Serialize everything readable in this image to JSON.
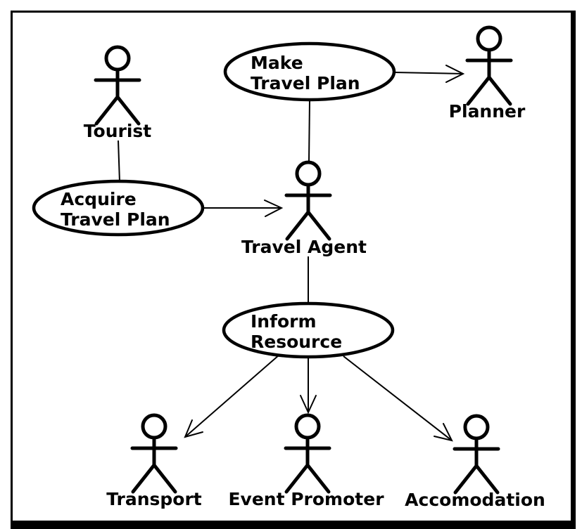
{
  "diagram": {
    "type": "uml-use-case-diagram",
    "colors": {
      "stroke": "#000000",
      "background": "#ffffff"
    },
    "actors": [
      {
        "id": "tourist",
        "label": "Tourist"
      },
      {
        "id": "planner",
        "label": "Planner"
      },
      {
        "id": "travel-agent",
        "label": "Travel Agent"
      },
      {
        "id": "transport",
        "label": "Transport"
      },
      {
        "id": "event-promoter",
        "label": "Event Promoter"
      },
      {
        "id": "accomodation",
        "label": "Accomodation"
      }
    ],
    "use_cases": [
      {
        "id": "make-travel-plan",
        "name": "Make Travel Plan",
        "lines": [
          "Make",
          "Travel Plan"
        ]
      },
      {
        "id": "acquire-travel-plan",
        "name": "Acquire Travel Plan",
        "lines": [
          "Acquire",
          "Travel Plan"
        ]
      },
      {
        "id": "inform-resource",
        "name": "Inform Resource",
        "lines": [
          "Inform",
          "Resource"
        ]
      }
    ],
    "relations": [
      {
        "from": "Tourist",
        "to": "Acquire Travel Plan",
        "arrow": false
      },
      {
        "from": "Acquire Travel Plan",
        "to": "Travel Agent",
        "arrow": true
      },
      {
        "from": "Make Travel Plan",
        "to": "Travel Agent",
        "arrow": false
      },
      {
        "from": "Make Travel Plan",
        "to": "Planner",
        "arrow": true
      },
      {
        "from": "Travel Agent",
        "to": "Inform Resource",
        "arrow": false
      },
      {
        "from": "Inform Resource",
        "to": "Transport",
        "arrow": true
      },
      {
        "from": "Inform Resource",
        "to": "Event Promoter",
        "arrow": true
      },
      {
        "from": "Inform Resource",
        "to": "Accomodation",
        "arrow": true
      }
    ]
  }
}
